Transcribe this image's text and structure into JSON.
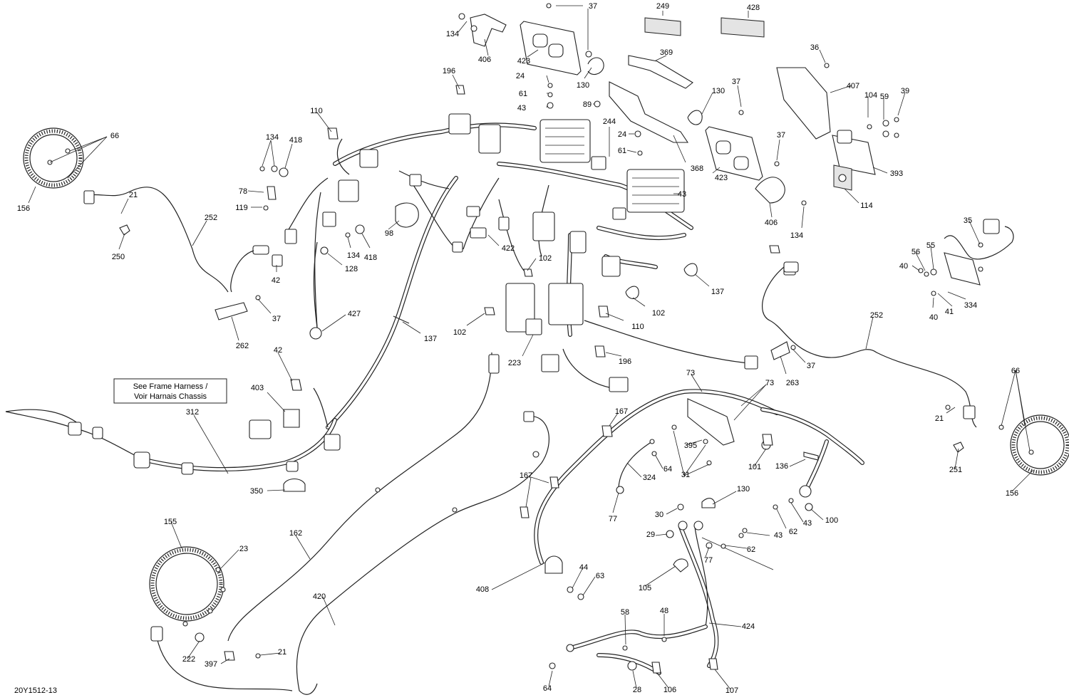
{
  "drawing_code": "20Y1512-13",
  "frame_note": {
    "line1": "See Frame Harness /",
    "line2": "Voir Harnais Chassis"
  },
  "callouts": [
    "249",
    "428",
    "37",
    "134",
    "406",
    "423",
    "369",
    "130",
    "36",
    "407",
    "196",
    "24",
    "61",
    "43",
    "89",
    "104",
    "59",
    "39",
    "110",
    "244",
    "130",
    "37",
    "66",
    "134",
    "418",
    "24",
    "61",
    "368",
    "423",
    "37",
    "393",
    "78",
    "43",
    "156",
    "21",
    "119",
    "252",
    "406",
    "114",
    "134",
    "98",
    "134",
    "418",
    "422",
    "35",
    "250",
    "102",
    "128",
    "56",
    "55",
    "42",
    "40",
    "137",
    "37",
    "427",
    "102",
    "334",
    "40",
    "41",
    "137",
    "110",
    "102",
    "252",
    "262",
    "42",
    "223",
    "196",
    "263",
    "37",
    "73",
    "73",
    "403",
    "167",
    "21",
    "66",
    "312",
    "395",
    "101",
    "136",
    "350",
    "64",
    "31",
    "324",
    "251",
    "156",
    "130",
    "167",
    "77",
    "30",
    "62",
    "43",
    "100",
    "155",
    "23",
    "29",
    "43",
    "77",
    "62",
    "44",
    "63",
    "408",
    "105",
    "162",
    "420",
    "58",
    "48",
    "424",
    "21",
    "222",
    "397",
    "64",
    "28",
    "106",
    "107"
  ]
}
